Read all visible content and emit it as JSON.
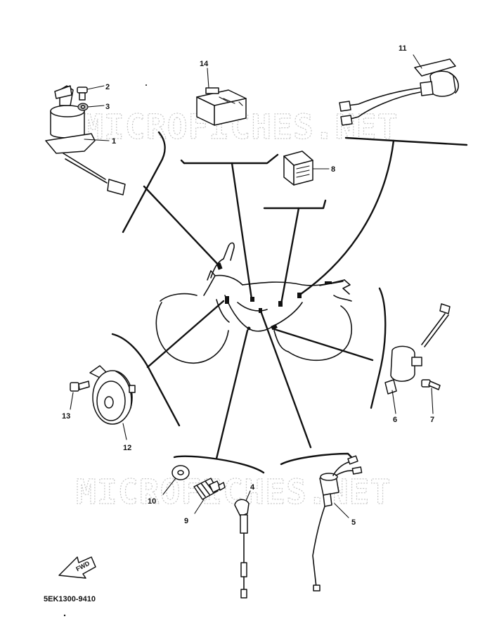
{
  "watermark": "MICROFICHES.NET",
  "diagram_code": "5EK1300-9410",
  "fwd_label": "FWD",
  "callouts": {
    "c1": "1",
    "c2": "2",
    "c3": "3",
    "c4": "4",
    "c5": "5",
    "c6": "6",
    "c7": "7",
    "c8": "8",
    "c9": "9",
    "c10": "10",
    "c11": "11",
    "c12": "12",
    "c13": "13",
    "c14": "14"
  }
}
